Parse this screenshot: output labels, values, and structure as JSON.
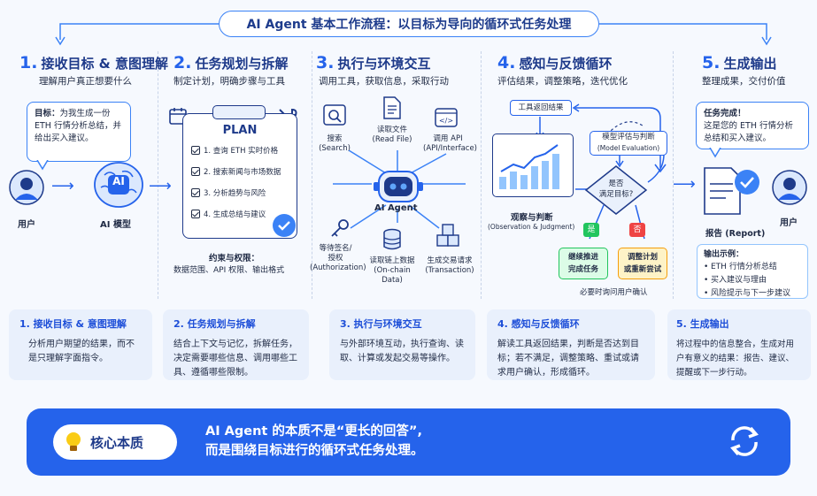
{
  "title": "AI Agent 基本工作流程：以目标为导向的循环式任务处理",
  "steps": [
    {
      "num": "1.",
      "title": "接收目标 & 意图理解",
      "subtitle": "理解用户真正想要什么"
    },
    {
      "num": "2.",
      "title": "任务规划与拆解",
      "subtitle": "制定计划，明确步骤与工具"
    },
    {
      "num": "3.",
      "title": "执行与环境交互",
      "subtitle": "调用工具，获取信息，采取行动"
    },
    {
      "num": "4.",
      "title": "感知与反馈循环",
      "subtitle": "评估结果，调整策略，迭代优化"
    },
    {
      "num": "5.",
      "title": "生成输出",
      "subtitle": "整理成果，交付价值"
    }
  ],
  "s1": {
    "goal_label": "目标：",
    "goal_text": "为我生成一份ETH 行情分析总结，并给出买入建议。",
    "user_label": "用户",
    "model_label": "AI 模型",
    "ai_badge": "AI"
  },
  "s2": {
    "plan_title": "PLAN",
    "items": [
      "1. 查询 ETH 实时价格",
      "2. 搜索新闻与市场数据",
      "3. 分析趋势与风险",
      "4. 生成总结与建议"
    ],
    "constraints_title": "约束与权限：",
    "constraints_text": "数据范围、API 权限、输出格式"
  },
  "s3": {
    "agent_label": "AI Agent",
    "search": [
      "搜索",
      "(Search)"
    ],
    "read": [
      "读取文件",
      "(Read File)"
    ],
    "api": [
      "调用 API",
      "(API/Interface)"
    ],
    "auth": [
      "等待签名/",
      "授权",
      "(Authorization)"
    ],
    "chain": [
      "读取链上数据",
      "(On-chain Data)"
    ],
    "tx": [
      "生成交易请求",
      "(Transaction)"
    ]
  },
  "s4": {
    "tool_result": "工具返回结果",
    "eval": [
      "模型评估与判断",
      "(Model Evaluation)"
    ],
    "decision": [
      "是否",
      "满足目标?"
    ],
    "observe": [
      "观察与判断",
      "(Observation & Judgment)"
    ],
    "yes": "是",
    "no": "否",
    "continue": [
      "继续推进",
      "完成任务"
    ],
    "adjust": [
      "调整计划",
      "或重新尝试"
    ],
    "confirm": "必要时询问用户确认"
  },
  "s5": {
    "done_title": "任务完成！",
    "done_text": "这是您的 ETH 行情分析总结和买入建议。",
    "report_label": "报告 (Report)",
    "user_label": "用户",
    "example_title": "输出示例：",
    "examples": [
      "ETH 行情分析总结",
      "买入建议与理由",
      "风险提示与下一步建议"
    ]
  },
  "cards": [
    {
      "title": "1. 接收目标 & 意图理解",
      "text": "分析用户期望的结果，而不是只理解字面指令。"
    },
    {
      "title": "2. 任务规划与拆解",
      "text": "结合上下文与记忆，拆解任务，决定需要哪些信息、调用哪些工具、遵循哪些限制。"
    },
    {
      "title": "3. 执行与环境交互",
      "text": "与外部环境互动，执行查询、读取、计算或发起交易等操作。"
    },
    {
      "title": "4. 感知与反馈循环",
      "text": "解读工具返回结果，判断是否达到目标；若不满足，调整策略、重试或请求用户确认，形成循环。"
    },
    {
      "title": "5. 生成输出",
      "text": "将过程中的信息整合，生成对用户有意义的结果：报告、建议、提醒或下一步行动。"
    }
  ],
  "core": {
    "label": "核心本质",
    "line1": "AI Agent 的本质不是“更长的回答”,",
    "line2": "而是围绕目标进行的循环式任务处理。"
  },
  "colors": {
    "accent": "#2563eb",
    "dark": "#1e3a8a",
    "card_bg": "#e9f0fc",
    "yes": "#22c55e",
    "no": "#ef4444"
  }
}
